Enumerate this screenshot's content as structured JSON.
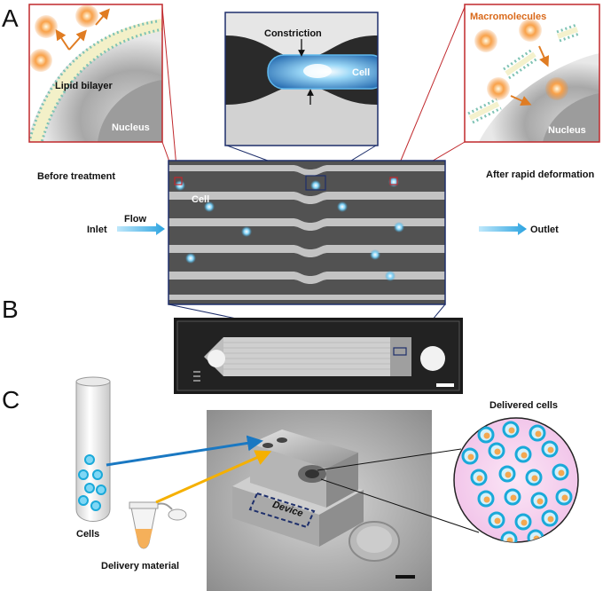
{
  "panels": {
    "a": "A",
    "b": "B",
    "c": "C"
  },
  "labels": {
    "constriction": "Constriction",
    "cell_zoom": "Cell",
    "lipid_bilayer": "Lipid bilayer",
    "nucleus_left": "Nucleus",
    "macromolecules": "Macromolecules",
    "nucleus_right": "Nucleus",
    "before_treatment": "Before treatment",
    "after_rapid_deformation": "After rapid deformation",
    "cell_channel": "Cell",
    "flow": "Flow",
    "inlet": "Inlet",
    "outlet": "Outlet",
    "delivered_cells": "Delivered cells",
    "cells": "Cells",
    "delivery_material": "Delivery material",
    "device": "Device"
  },
  "colors": {
    "callout_red": "#c0282c",
    "callout_navy": "#1e2f6b",
    "cell_blue": "#39a9df",
    "macromolecule_orange": "#f08a2c",
    "arrow_blue": "#1a78c2",
    "arrow_yellow": "#f5b000",
    "delivered_bg": "#f6d3ee"
  }
}
